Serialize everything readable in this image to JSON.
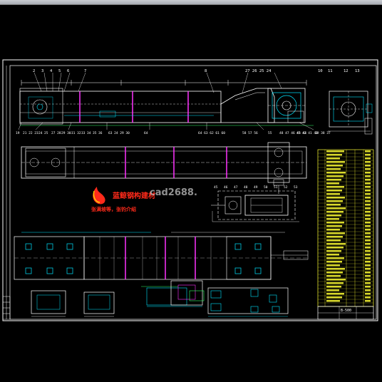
{
  "window": {
    "title": ""
  },
  "colors": {
    "background": "#000000",
    "frame": "#ffffff",
    "dimension": "#ffffff",
    "cyan_detail": "#00e5ff",
    "magenta_section": "#ff33ff",
    "yellow_table": "#ffff33",
    "green_detail": "#33ff66",
    "red_logo": "#ff2a1a"
  },
  "drawing": {
    "watermark": {
      "company": "蓝鲸钢构建材",
      "site": "cad2688.",
      "slogan": "张满坡等，张钓介绍"
    },
    "top_numbers": [
      "2",
      "3",
      "4",
      "5",
      "6",
      "7",
      "8",
      "27 26 25 24",
      "10",
      "11",
      "12",
      "13"
    ],
    "bottom_numbers": [
      "19",
      "21 22 23",
      "24",
      "25",
      "27 28",
      "29 30",
      "31 32",
      "33",
      "34",
      "35",
      "36",
      "63 24 29 30",
      "64",
      "64 63 62 61 60",
      "58 57 56",
      "55",
      "48 47 46 45 44",
      "43 42 41 40",
      "39 38 37"
    ],
    "plan_numbers": [
      "45",
      "46",
      "47",
      "48",
      "49",
      "50",
      "51",
      "52",
      "53"
    ],
    "titleblock": {
      "drawing_no": "B-500"
    }
  }
}
